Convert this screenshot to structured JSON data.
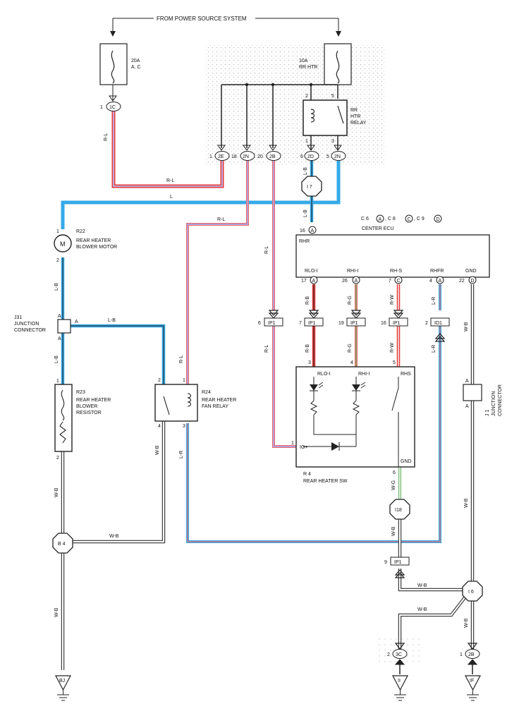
{
  "title": "FROM POWER SOURCE SYSTEM",
  "fuses": {
    "ac": {
      "rating": "20A",
      "name": "A. C",
      "pin": "1",
      "connector": "1C"
    },
    "rr_htr": {
      "rating": "10A",
      "name": "RR HTR"
    }
  },
  "relay_rr_htr": {
    "line1": "RR",
    "line2": "HTR",
    "line3": "RELAY",
    "pin_tl": "2",
    "pin_tr": "5",
    "pin_bl": "1",
    "pin_br": "3"
  },
  "jb_connectors": [
    {
      "pin": "1",
      "id": "2E"
    },
    {
      "pin": "18",
      "id": "2N"
    },
    {
      "pin": "20",
      "id": "2B"
    },
    {
      "pin": "6",
      "id": "2D"
    },
    {
      "pin": "5",
      "id": "2N"
    }
  ],
  "wire_labels": {
    "rl": "R-L",
    "l": "L",
    "lb": "L-B",
    "rb": "R-B",
    "rg": "R-G",
    "rw": "R-W",
    "lr": "L-R",
    "wb": "W-B",
    "wg": "W-G"
  },
  "junction_i7": "I 7",
  "center_ecu": {
    "header": "C 6",
    "hdr_a": "A",
    "hdr_c8": ", C 8",
    "hdr_c": "C",
    "hdr_c9": ", C 9",
    "hdr_d": "D",
    "name": "CENTER ECU",
    "pin_top": "16",
    "pin_top_letter": "A",
    "rhr": "RHR",
    "terminals": [
      {
        "name": "RLO-I",
        "pin": "17",
        "letter": "A"
      },
      {
        "name": "RHI-I",
        "pin": "26",
        "letter": "A"
      },
      {
        "name": "RH-S",
        "pin": "7",
        "letter": "C"
      },
      {
        "name": "RHFR",
        "pin": "4",
        "letter": "A"
      },
      {
        "name": "GND",
        "pin": "22",
        "letter": "D"
      }
    ]
  },
  "ip_connectors": [
    {
      "pin": "6",
      "id": "IP1"
    },
    {
      "pin": "7",
      "id": "IP1"
    },
    {
      "pin": "19",
      "id": "IP1"
    },
    {
      "pin": "16",
      "id": "IP1"
    },
    {
      "pin": "2",
      "id": "ID1"
    },
    {
      "pin": "9",
      "id": "IP1"
    }
  ],
  "motor": {
    "id": "R22",
    "line1": "REAR HEATER",
    "line2": "BLOWER MOTOR",
    "symbol": "M",
    "pin_top": "1",
    "pin_bottom": "2"
  },
  "j31": {
    "id": "J31",
    "line1": "JUNCTION",
    "line2": "CONNECTOR",
    "pin": "A"
  },
  "resistor": {
    "id": "R23",
    "line1": "REAR HEATER",
    "line2": "BLOWER",
    "line3": "RESISTOR",
    "pin_top": "1",
    "pin_bottom": "2"
  },
  "fan_relay": {
    "id": "R24",
    "line1": "REAR HEATER",
    "line2": "FAN RELAY",
    "pin_tl": "2",
    "pin_tr": "1",
    "pin_bl": "4",
    "pin_br": "3"
  },
  "rear_sw": {
    "id": "R 4",
    "name": "REAR HEATER SW",
    "t1": "RLO-I",
    "t2": "RHI-I",
    "t3": "RHS",
    "ig": "IG+",
    "gnd": "GND",
    "pin_ig": "1",
    "pin_rlo": "3",
    "pin_rhi": "4",
    "pin_rhs": "5",
    "pin_gnd": "6"
  },
  "j1": {
    "id": "J 1",
    "line1": "JUNCTION",
    "line2": "CONNECTOR",
    "pin": "A"
  },
  "junction_i18": "I18",
  "junction_b4": "B 4",
  "junction_i6": "I 6",
  "bottom_connectors": [
    {
      "pin": "2",
      "id": "3C"
    },
    {
      "pin": "1",
      "id": "2B"
    }
  ],
  "grounds": [
    "BJ",
    "II",
    "IF"
  ]
}
